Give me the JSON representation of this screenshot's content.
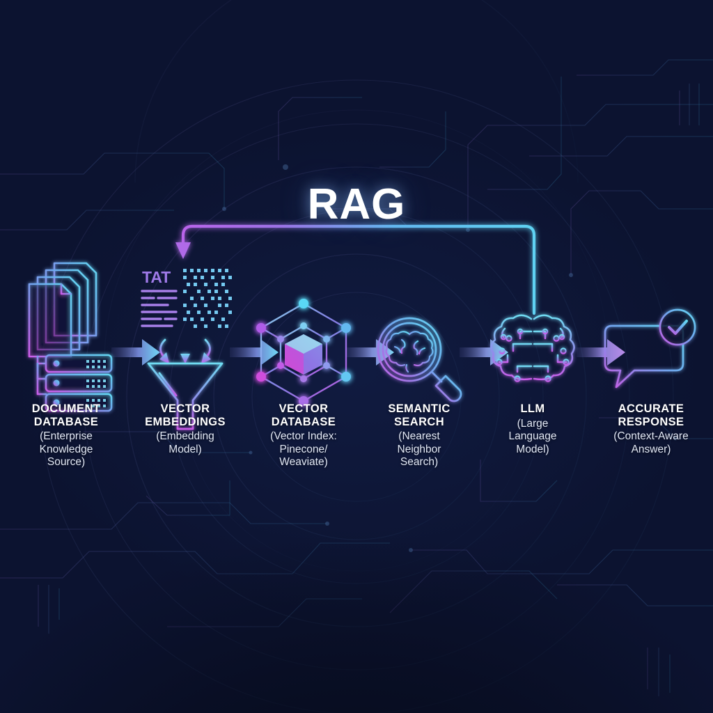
{
  "diagram": {
    "title": "RAG",
    "background": {
      "purple": "#812da8",
      "blue": "#1c58a0",
      "navy": "#0d1530"
    },
    "accent": {
      "cyan": "#5bd3f0",
      "purple": "#b06ae8",
      "magenta": "#e04ad6",
      "white": "#ffffff"
    },
    "feedback_loop": {
      "name": "feedback-loop",
      "from": "LLM",
      "to": "VECTOR EMBEDDINGS"
    },
    "stages": [
      {
        "id": "document-database",
        "icon": "documents-server-stack-icon",
        "title": "DOCUMENT\nDATABASE",
        "title_line1": "DOCUMENT",
        "title_line2": "DATABASE",
        "subtitle": "(Enterprise Knowledge Source)",
        "sub_line1": "(Enterprise",
        "sub_line2": "Knowledge",
        "sub_line3": "Source)"
      },
      {
        "id": "vector-embeddings",
        "icon": "text-matrix-funnel-icon",
        "icon_text": "TAT",
        "title_line1": "VECTOR",
        "title_line2": "EMBEDDINGS",
        "subtitle": "(Embedding Model)",
        "sub_line1": "(Embedding",
        "sub_line2": "Model)",
        "sub_line3": ""
      },
      {
        "id": "vector-database",
        "icon": "hexagon-node-cube-icon",
        "title_line1": "VECTOR",
        "title_line2": "DATABASE",
        "subtitle": "(Vector Index: Pinecone/Weaviate)",
        "sub_line1": "(Vector Index:",
        "sub_line2": "Pinecone/",
        "sub_line3": "Weaviate)"
      },
      {
        "id": "semantic-search",
        "icon": "magnifier-brain-icon",
        "title_line1": "SEMANTIC",
        "title_line2": "SEARCH",
        "subtitle": "(Nearest Neighbor Search)",
        "sub_line1": "(Nearest",
        "sub_line2": "Neighbor",
        "sub_line3": "Search)"
      },
      {
        "id": "llm",
        "icon": "circuit-brain-icon",
        "title_line1": "LLM",
        "title_line2": "",
        "subtitle": "(Large Language Model)",
        "sub_line1": "(Large",
        "sub_line2": "Language",
        "sub_line3": "Model)"
      },
      {
        "id": "accurate-response",
        "icon": "speech-bubble-check-icon",
        "title_line1": "ACCURATE",
        "title_line2": "RESPONSE",
        "subtitle": "(Context-Aware Answer)",
        "sub_line1": "(Context-Aware",
        "sub_line2": "Answer)",
        "sub_line3": ""
      }
    ],
    "connectors": [
      {
        "id": "arrow-1",
        "from": "document-database",
        "to": "vector-embeddings"
      },
      {
        "id": "arrow-2",
        "from": "vector-embeddings",
        "to": "vector-database"
      },
      {
        "id": "arrow-3",
        "from": "vector-database",
        "to": "semantic-search"
      },
      {
        "id": "arrow-4",
        "from": "semantic-search",
        "to": "llm"
      },
      {
        "id": "arrow-5",
        "from": "llm",
        "to": "accurate-response"
      }
    ]
  }
}
